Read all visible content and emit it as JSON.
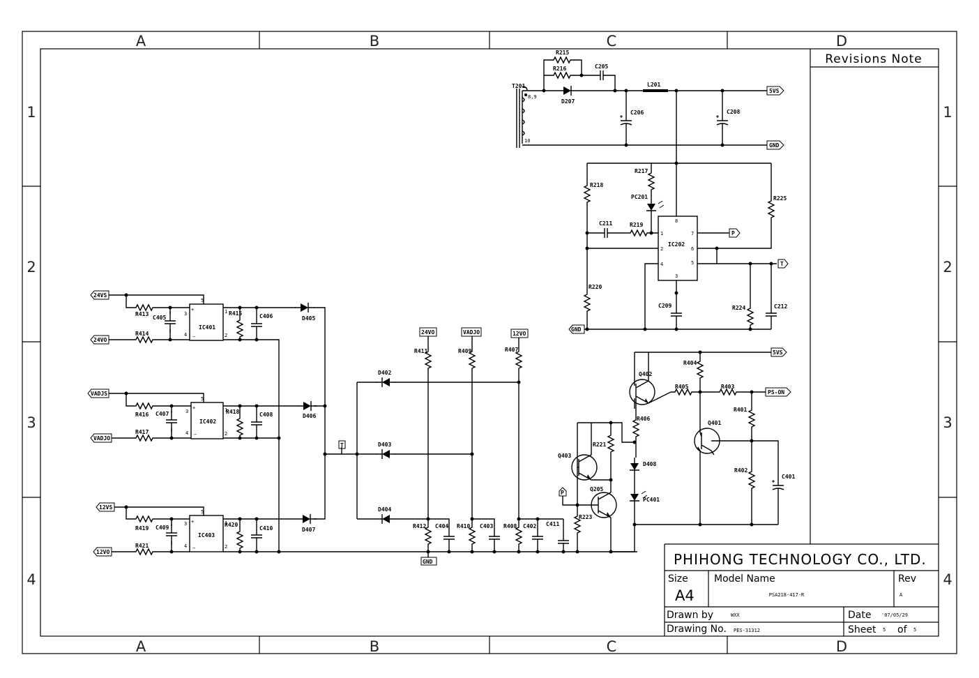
{
  "frame": {
    "columns": [
      "A",
      "B",
      "C",
      "D"
    ],
    "rows": [
      "1",
      "2",
      "3",
      "4"
    ]
  },
  "revisions_note": "Revisions Note",
  "title_block": {
    "company": "PHIHONG TECHNOLOGY CO., LTD.",
    "size_label": "Size",
    "size_value": "A4",
    "model_label": "Model Name",
    "model_value": "PSA218-417-R",
    "rev_label": "Rev",
    "rev_value": "A",
    "drawn_label": "Drawn by",
    "drawn_value": "WXX",
    "date_label": "Date",
    "date_value": "'07/05/29",
    "drawing_label": "Drawing No.",
    "drawing_value": "PES-31312",
    "sheet_label": "Sheet",
    "sheet_value": "5",
    "of_label": "of",
    "of_value": "5"
  },
  "nets": {
    "v24s": "24VS",
    "v24o": "24VO",
    "vadjs": "VADJS",
    "vadjo": "VADJO",
    "v12s": "12VS",
    "v12o": "12VO",
    "v5s": "5VS",
    "gnd": "GND",
    "ps_on": "PS-ON",
    "p": "P",
    "t": "T",
    "v24o_top": "24VO",
    "vadjo_top": "VADJO",
    "v12o_top": "12VO",
    "gnd_bottom": "GND",
    "gnd_ic202": "GND",
    "v5s_q": "5VS"
  },
  "components": {
    "T201": "T201",
    "B9": "8,9",
    "P10": "10",
    "R215": "R215",
    "R216": "R216",
    "C205": "C205",
    "D207": "D207",
    "L201": "L201",
    "C206": "C206",
    "C208": "C208",
    "R217": "R217",
    "R218": "R218",
    "PC201": "PC201",
    "R225": "R225",
    "C211": "C211",
    "R219": "R219",
    "IC202": "IC202",
    "R220": "R220",
    "C209": "C209",
    "R224": "R224",
    "C212": "C212",
    "R413": "R413",
    "R414": "R414",
    "C405": "C405",
    "IC401": "IC401",
    "R415": "R415",
    "C406": "C406",
    "D405": "D405",
    "R416": "R416",
    "R417": "R417",
    "C407": "C407",
    "IC402": "IC402",
    "R418": "R418",
    "C408": "C408",
    "D406": "D406",
    "R419": "R419",
    "R421": "R421",
    "C409": "C409",
    "IC403": "IC403",
    "R420": "R420",
    "C410": "C410",
    "D407": "D407",
    "D402": "D402",
    "D403": "D403",
    "D404": "D404",
    "R411": "R411",
    "R409": "R409",
    "R407": "R407",
    "R412": "R412",
    "C404": "C404",
    "R410": "R410",
    "C403": "C403",
    "R408": "R408",
    "C402": "C402",
    "C411": "C411",
    "R223": "R223",
    "Q403": "Q403",
    "Q205": "Q205",
    "R221": "R221",
    "Q402": "Q402",
    "R404": "R404",
    "R405": "R405",
    "R403": "R403",
    "R406": "R406",
    "D408": "D408",
    "PC401": "PC401",
    "Q401": "Q401",
    "R401": "R401",
    "R402": "R402",
    "C401": "C401"
  },
  "pins": {
    "p1": "1",
    "p2": "2",
    "p3": "3",
    "p4": "4",
    "p5": "5",
    "p6": "6",
    "p7": "7",
    "p8": "8",
    "plus": "+",
    "minus": "−"
  }
}
